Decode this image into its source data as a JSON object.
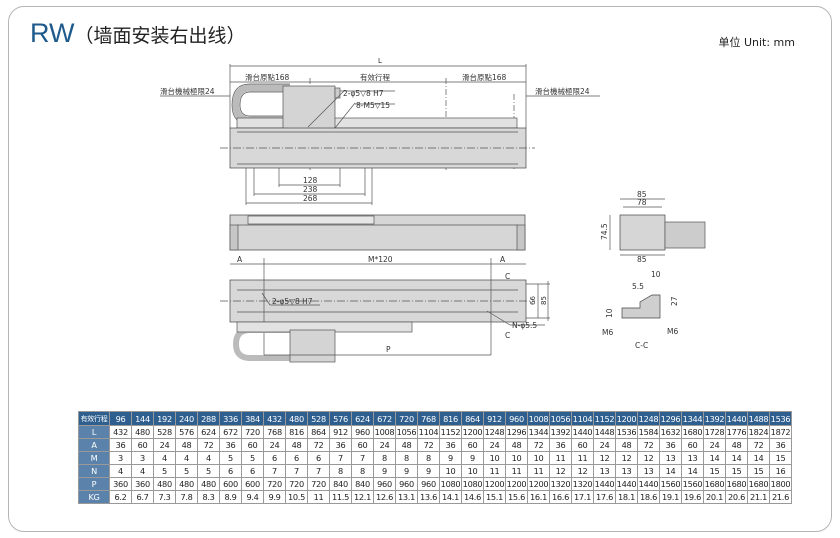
{
  "header": {
    "model": "RW",
    "subtitle": "（墙面安装右出线）",
    "unit": "单位 Unit: mm"
  },
  "drawing": {
    "top_view": {
      "L": "L",
      "origin_left": "滑台原點168",
      "stroke": "有效行程",
      "origin_right": "滑台原點168",
      "limit_left": "滑台機械極限24",
      "limit_right": "滑台機械極限24",
      "pin_hole": "2-φ5▽8  H7",
      "tap_hole": "8-M5▽15",
      "d128": "128",
      "d238": "238",
      "d268": "268"
    },
    "bottom_view": {
      "A_left": "A",
      "pitch": "M*120",
      "A_right": "A",
      "C_top": "C",
      "C_bottom": "C",
      "pin_hole": "2-φ5▽8  H7",
      "mount_hole": "N-φ5.5",
      "P": "P",
      "d66": "66",
      "d85": "85"
    },
    "end_view": {
      "w85_top": "85",
      "w78": "78",
      "h74_5": "74.5",
      "w85_bottom": "85"
    },
    "section": {
      "d10_top": "10",
      "d5_5": "5.5",
      "d27": "27",
      "d10_left": "10",
      "m6_left": "M6",
      "m6_right": "M6",
      "label": "C-C"
    }
  },
  "table": {
    "header_label": "有效行程",
    "strokes": [
      "96",
      "144",
      "192",
      "240",
      "288",
      "336",
      "384",
      "432",
      "480",
      "528",
      "576",
      "624",
      "672",
      "720",
      "768",
      "816",
      "864",
      "912",
      "960",
      "1008",
      "1056",
      "1104",
      "1152",
      "1200",
      "1248",
      "1296",
      "1344",
      "1392",
      "1440",
      "1488",
      "1536"
    ],
    "rows": [
      {
        "label": "L",
        "values": [
          "432",
          "480",
          "528",
          "576",
          "624",
          "672",
          "720",
          "768",
          "816",
          "864",
          "912",
          "960",
          "1008",
          "1056",
          "1104",
          "1152",
          "1200",
          "1248",
          "1296",
          "1344",
          "1392",
          "1440",
          "1448",
          "1536",
          "1584",
          "1632",
          "1680",
          "1728",
          "1776",
          "1824",
          "1872"
        ]
      },
      {
        "label": "A",
        "values": [
          "36",
          "60",
          "24",
          "48",
          "72",
          "36",
          "60",
          "24",
          "48",
          "72",
          "36",
          "60",
          "24",
          "48",
          "72",
          "36",
          "60",
          "24",
          "48",
          "72",
          "36",
          "60",
          "24",
          "48",
          "72",
          "36",
          "60",
          "24",
          "48",
          "72",
          "36"
        ]
      },
      {
        "label": "M",
        "values": [
          "3",
          "3",
          "4",
          "4",
          "4",
          "5",
          "5",
          "6",
          "6",
          "6",
          "7",
          "7",
          "8",
          "8",
          "8",
          "9",
          "9",
          "10",
          "10",
          "10",
          "11",
          "11",
          "12",
          "12",
          "12",
          "13",
          "13",
          "14",
          "14",
          "14",
          "15"
        ]
      },
      {
        "label": "N",
        "values": [
          "4",
          "4",
          "5",
          "5",
          "5",
          "6",
          "6",
          "7",
          "7",
          "7",
          "8",
          "8",
          "9",
          "9",
          "9",
          "10",
          "10",
          "11",
          "11",
          "11",
          "12",
          "12",
          "13",
          "13",
          "13",
          "14",
          "14",
          "15",
          "15",
          "15",
          "16"
        ]
      },
      {
        "label": "P",
        "values": [
          "360",
          "360",
          "480",
          "480",
          "480",
          "600",
          "600",
          "720",
          "720",
          "720",
          "840",
          "840",
          "960",
          "960",
          "960",
          "1080",
          "1080",
          "1200",
          "1200",
          "1200",
          "1320",
          "1320",
          "1440",
          "1440",
          "1440",
          "1560",
          "1560",
          "1680",
          "1680",
          "1680",
          "1800"
        ]
      },
      {
        "label": "KG",
        "values": [
          "6.2",
          "6.7",
          "7.3",
          "7.8",
          "8.3",
          "8.9",
          "9.4",
          "9.9",
          "10.5",
          "11",
          "11.5",
          "12.1",
          "12.6",
          "13.1",
          "13.6",
          "14.1",
          "14.6",
          "15.1",
          "15.6",
          "16.1",
          "16.6",
          "17.1",
          "17.6",
          "18.1",
          "18.6",
          "19.1",
          "19.6",
          "20.1",
          "20.6",
          "21.1",
          "21.6"
        ]
      }
    ]
  }
}
